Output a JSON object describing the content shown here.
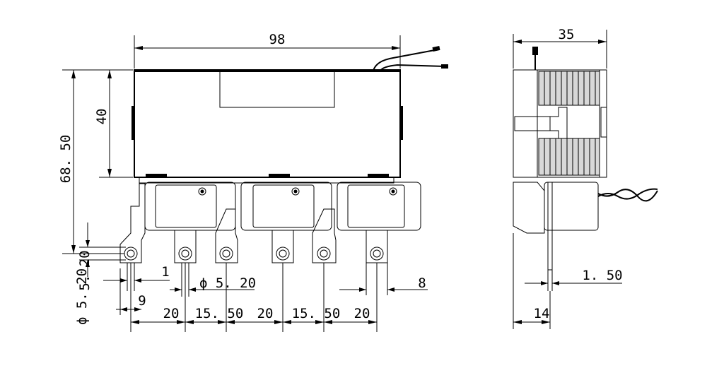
{
  "dimensions": {
    "front_width": "98",
    "front_body_height": "40",
    "front_total_height": "68. 50",
    "hole_dia_left": "ϕ 5. 20",
    "hole_offset_left": "5. 20",
    "small_offset": "1",
    "hole_dia_center": "ϕ 5. 20",
    "tab_offset_9": "9",
    "pitch_1": "20",
    "pitch_2": "15. 50",
    "pitch_3": "20",
    "pitch_4": "15. 50",
    "pitch_5": "20",
    "tab_width": "8",
    "side_width": "35",
    "side_thickness": "1. 50",
    "side_offset": "14"
  }
}
